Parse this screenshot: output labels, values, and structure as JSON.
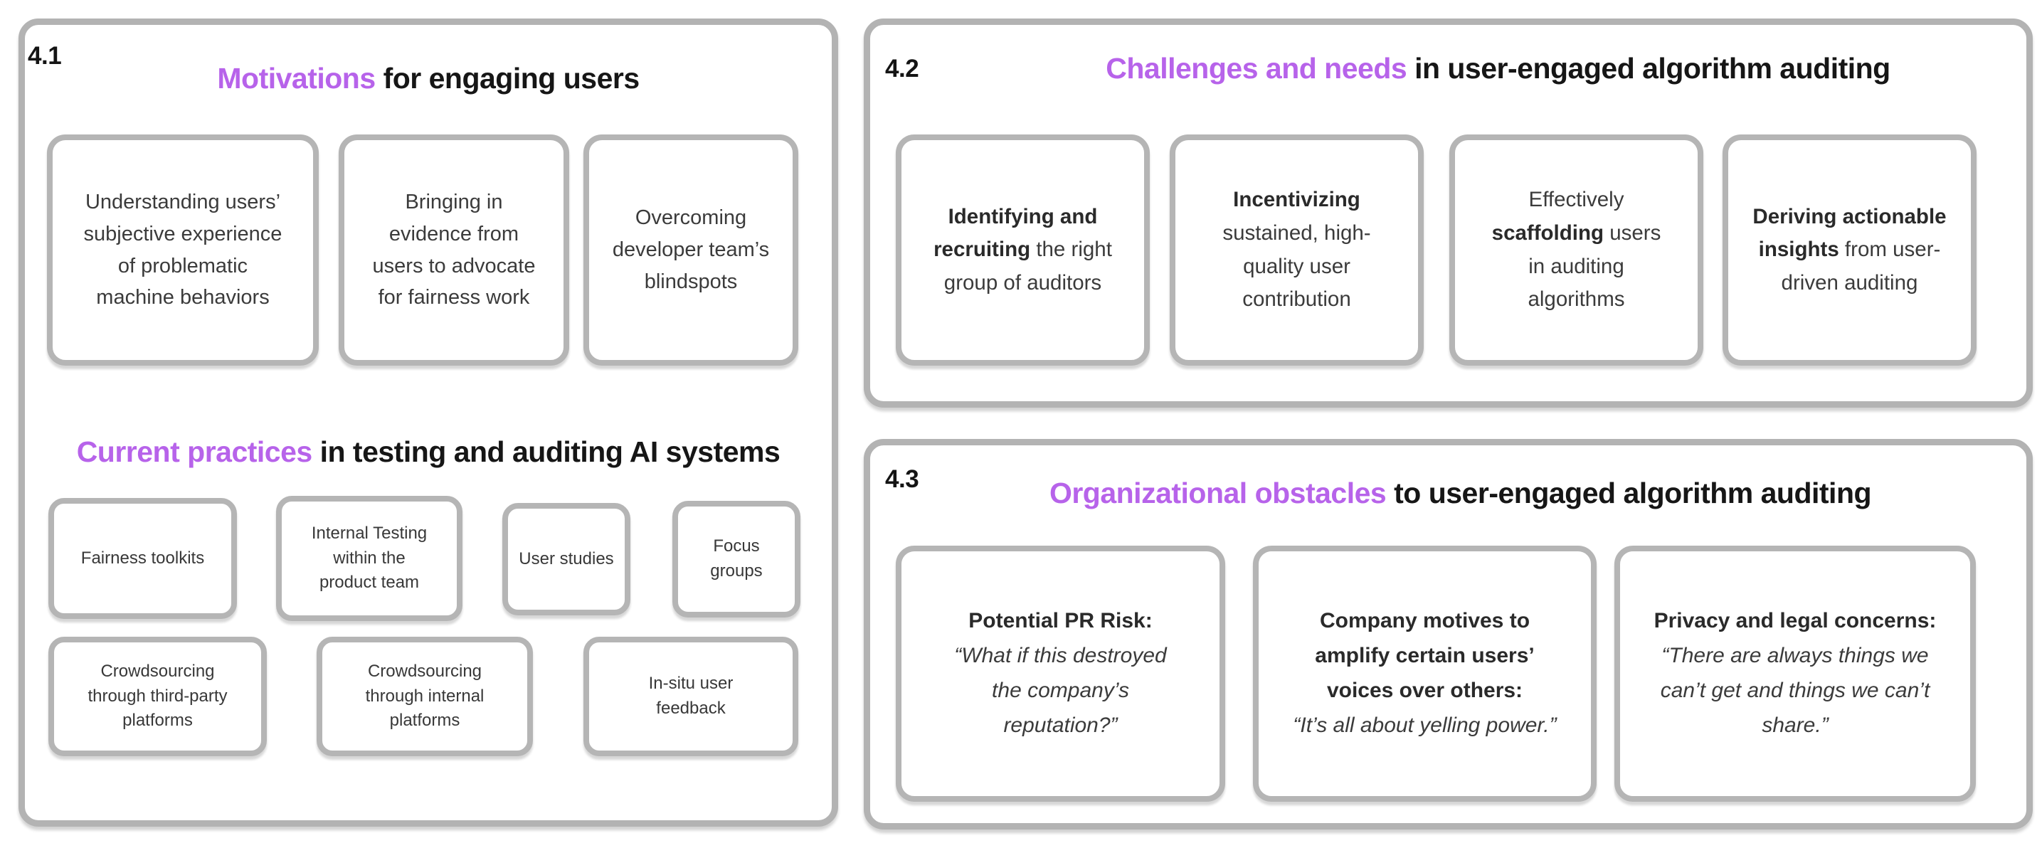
{
  "colors": {
    "accent": "#b763ea",
    "border_gray": "#b3b3b3",
    "text_dark": "#161616"
  },
  "sections": {
    "s41": {
      "number": "4.1",
      "title": {
        "highlight": "Motivations",
        "rest": " for engaging users"
      },
      "motivation_boxes": [
        "Understanding users’\nsubjective experience\nof problematic\nmachine behaviors",
        "Bringing in\nevidence from\nusers to advocate\nfor fairness work",
        "Overcoming\ndeveloper team’s\nblindspots"
      ],
      "subtitle": {
        "highlight": "Current practices",
        "rest": " in testing and auditing AI systems"
      },
      "practice_boxes": [
        "Fairness toolkits",
        "Internal Testing\nwithin the\nproduct team",
        "User studies",
        "Focus\ngroups",
        "Crowdsourcing\nthrough third-party\nplatforms",
        "Crowdsourcing\nthrough internal\nplatforms",
        "In-situ user\nfeedback"
      ]
    },
    "s42": {
      "number": "4.2",
      "title": {
        "highlight": "Challenges and needs",
        "rest": " in user-engaged algorithm auditing"
      },
      "boxes": [
        {
          "pre": "",
          "bold": "Identifying and\nrecruiting",
          "post": " the right\ngroup of auditors"
        },
        {
          "pre": "",
          "bold": "Incentivizing",
          "post": "\nsustained, high-\nquality user\ncontribution"
        },
        {
          "pre": "Effectively\n",
          "bold": "scaffolding",
          "post": " users\nin auditing\nalgorithms"
        },
        {
          "pre": "",
          "bold": "Deriving actionable\ninsights",
          "post": " from user-\ndriven auditing"
        }
      ]
    },
    "s43": {
      "number": "4.3",
      "title": {
        "highlight": "Organizational obstacles",
        "rest": " to user-engaged algorithm auditing"
      },
      "boxes": [
        {
          "heading": "Potential PR Risk:",
          "quote": "\n“What if this destroyed\nthe company’s\nreputation?”"
        },
        {
          "heading": "Company motives to\namplify certain users’\nvoices over others:",
          "quote": "\n“It’s all about yelling power.”"
        },
        {
          "heading": "Privacy and legal concerns:",
          "quote": "\n“There are always things we\ncan’t get and things we can’t\nshare.”"
        }
      ]
    }
  }
}
